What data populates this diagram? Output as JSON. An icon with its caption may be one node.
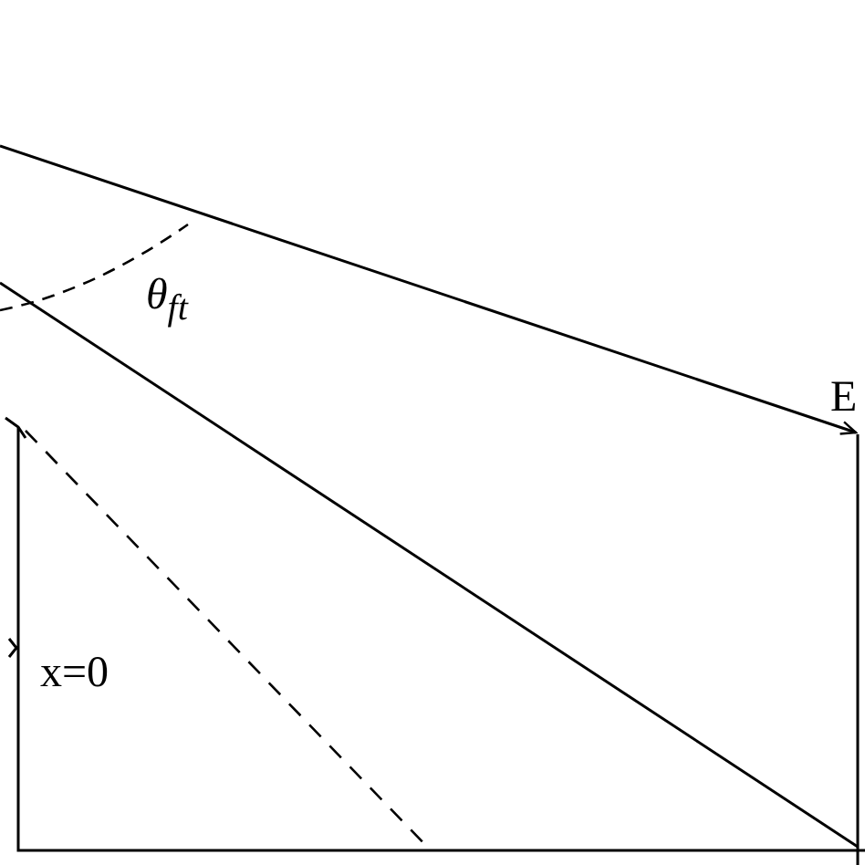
{
  "diagram": {
    "labels": [
      "θ$_{ft}$",
      "E",
      "x=0"
    ]
  }
}
